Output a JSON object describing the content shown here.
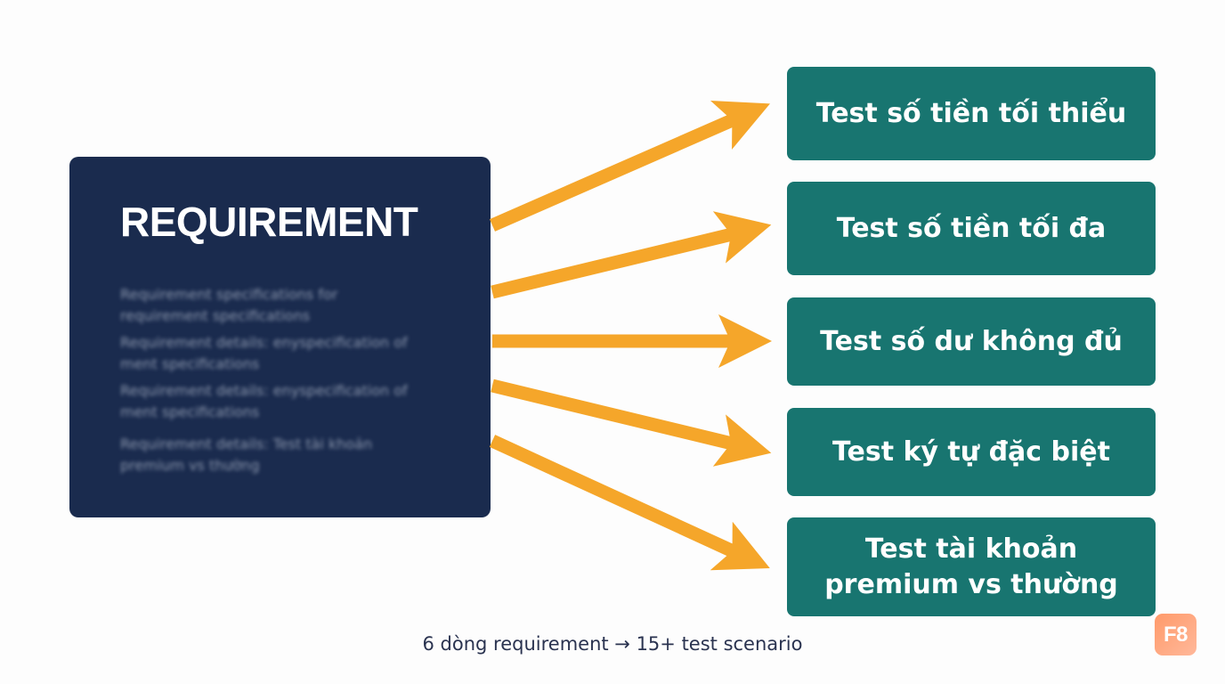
{
  "requirement": {
    "title": "REQUIREMENT",
    "details": [
      "Requirement specifications for\nrequirement specifications",
      "Requirement details: enyspecification of\nment specifications",
      "Requirement details: enyspecification of\nment specifications",
      "Requirement details: Test tài khoản\npremium vs thường"
    ]
  },
  "scenarios": [
    "Test số tiền tối thiểu",
    "Test số tiền tối đa",
    "Test số dư không đủ",
    "Test ký tự đặc biệt",
    "Test tài khoản\npremium vs thường"
  ],
  "caption": "6 dòng requirement → 15+ test scenario",
  "logo": "F8",
  "colors": {
    "requirement_box": "#1a2b4e",
    "scenario_card": "#187570",
    "arrow": "#f5a62a",
    "logo": "#ff9a6a"
  }
}
